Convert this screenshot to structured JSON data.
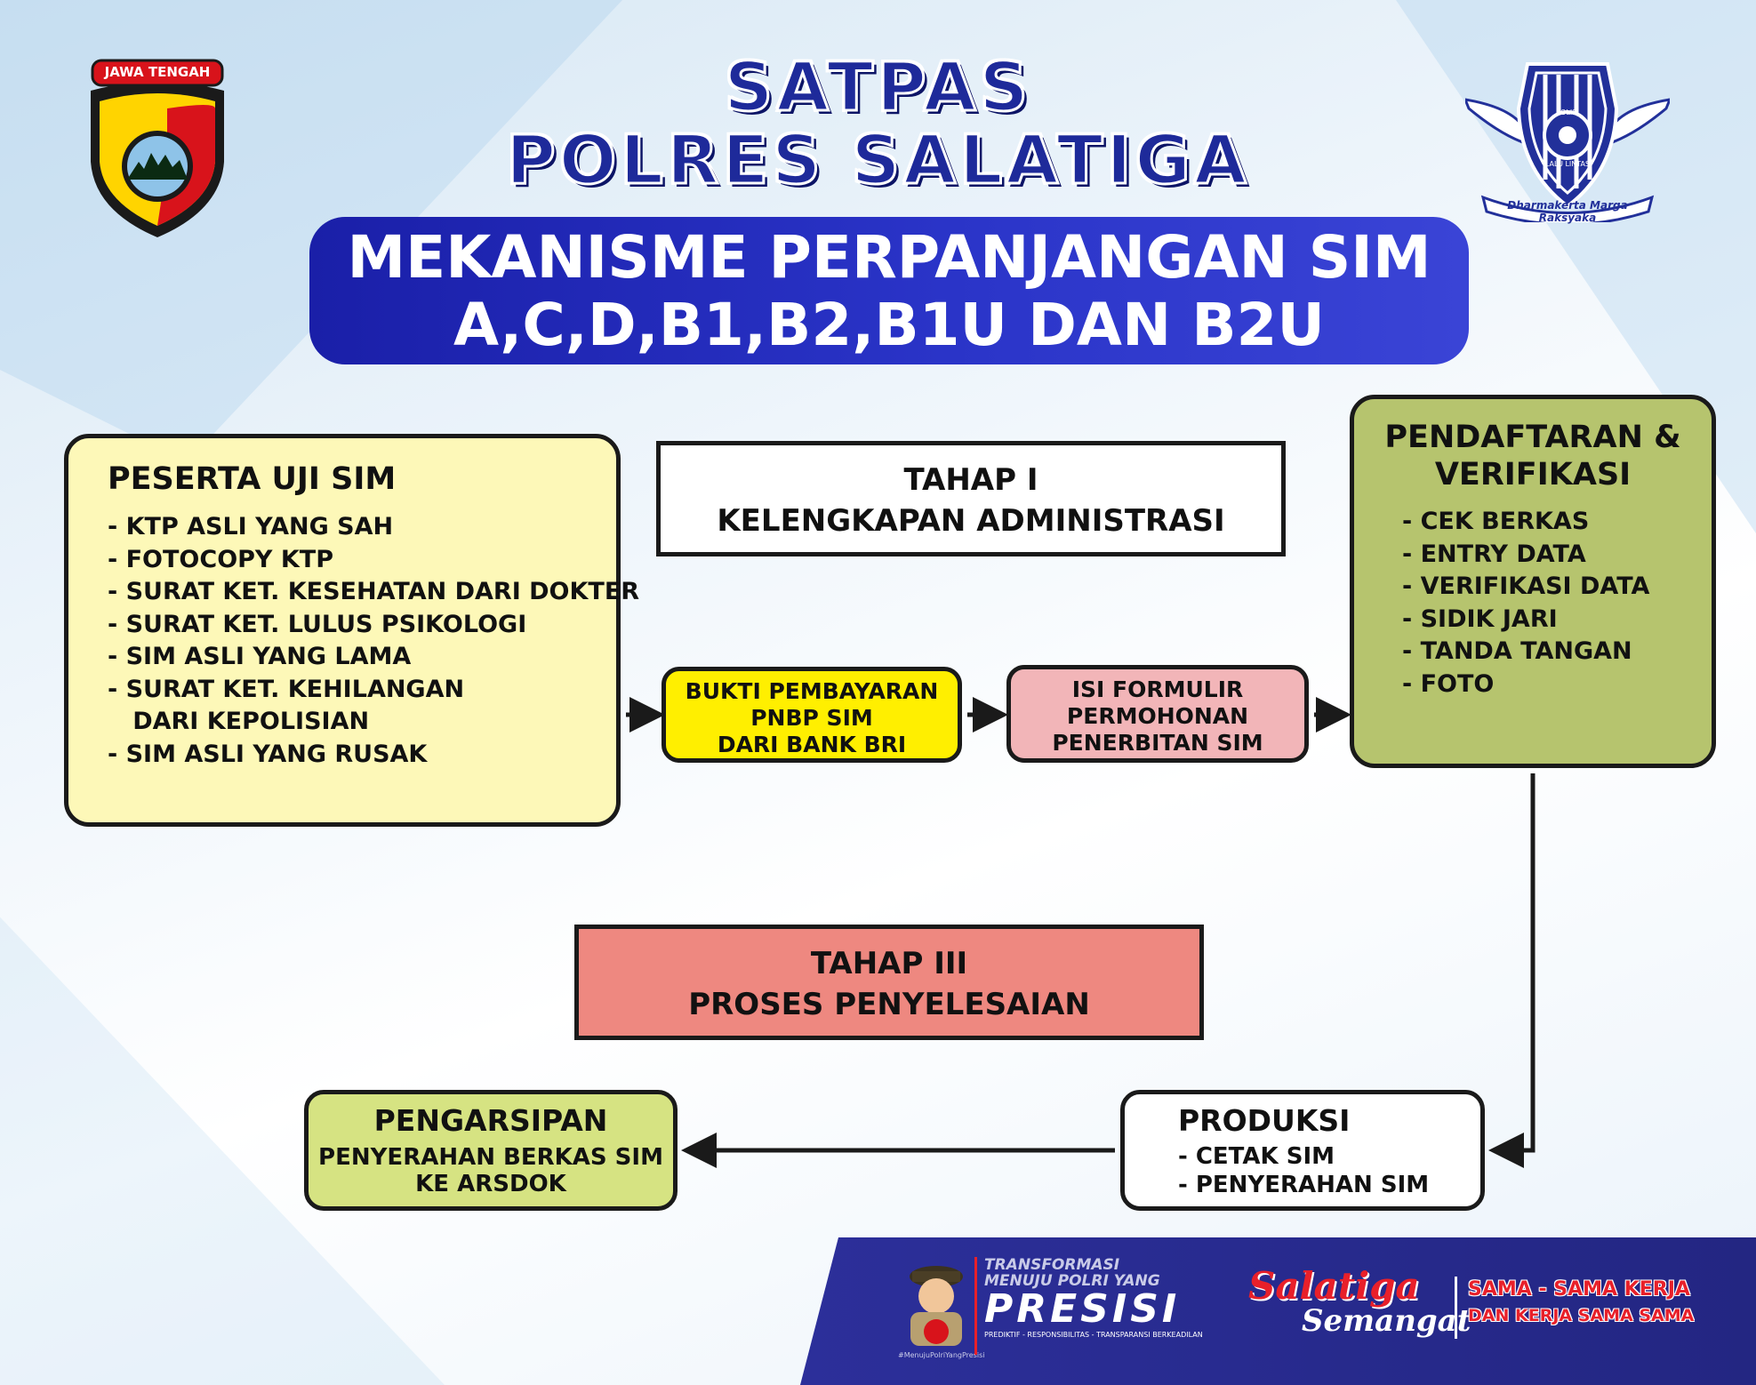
{
  "header": {
    "title_line1": "SATPAS",
    "title_line2": "POLRES SALATIGA",
    "subtitle_line1": "MEKANISME PERPANJANGAN SIM",
    "subtitle_line2": "A,C,D,B1,B2,B1U DAN B2U",
    "left_logo_label": "JAWA TENGAH",
    "right_logo_motto": "Dharmakerta Marga Raksyaka",
    "right_logo_text_top": "POLISI",
    "right_logo_text_bottom": "LALU LINTAS"
  },
  "peserta": {
    "title": "PESERTA UJI SIM",
    "items": [
      "- KTP ASLI YANG SAH",
      "- FOTOCOPY KTP",
      "- SURAT KET. KESEHATAN DARI DOKTER",
      "- SURAT KET. LULUS PSIKOLOGI",
      "- SIM ASLI YANG LAMA",
      "- SURAT KET. KEHILANGAN",
      "   DARI KEPOLISIAN",
      "- SIM ASLI YANG RUSAK"
    ]
  },
  "tahap1": {
    "line1": "TAHAP I",
    "line2": "KELENGKAPAN ADMINISTRASI"
  },
  "pembayaran": {
    "line1": "BUKTI PEMBAYARAN",
    "line2": "PNBP SIM",
    "line3": "DARI BANK BRI"
  },
  "formulir": {
    "line1": "ISI FORMULIR",
    "line2": "PERMOHONAN",
    "line3": "PENERBITAN SIM"
  },
  "pendaftaran": {
    "title_line1": "PENDAFTARAN &",
    "title_line2": "VERIFIKASI",
    "items": [
      "- CEK BERKAS",
      "- ENTRY DATA",
      "- VERIFIKASI DATA",
      "- SIDIK JARI",
      "- TANDA TANGAN",
      "- FOTO"
    ]
  },
  "tahap3": {
    "line1": "TAHAP III",
    "line2": "PROSES PENYELESAIAN"
  },
  "produksi": {
    "title": "PRODUKSI",
    "items": [
      "- CETAK SIM",
      "- PENYERAHAN SIM"
    ]
  },
  "pengarsipan": {
    "title": "PENGARSIPAN",
    "line1": "PENYERAHAN BERKAS SIM",
    "line2": "KE ARSDOK"
  },
  "footer": {
    "presisi_top1": "TRANSFORMASI",
    "presisi_top2": "MENUJU POLRI YANG",
    "presisi_word": "PRESISI",
    "presisi_tagline": "PREDIKTIF - RESPONSIBILITAS - TRANSPARANSI BERKEADILAN",
    "mascot_hashtag": "#MenujuPolriYangPresisi",
    "salatiga_line1": "Salatiga",
    "salatiga_line2": "Semangat",
    "slogan_line1": "SAMA - SAMA KERJA",
    "slogan_line2": "DAN KERJA SAMA SAMA"
  },
  "colors": {
    "title_blue": "#1e2a9a",
    "banner_blue": "#2a34c8",
    "peserta_bg": "#fdf8b8",
    "pembayaran_bg": "#ffef00",
    "formulir_bg": "#f2b5b8",
    "pendaftaran_bg": "#b6c46e",
    "tahap3_bg": "#ee8880",
    "pengarsipan_bg": "#d6e382",
    "footer_blue": "#2c2f9a",
    "slogan_red": "#e8202a"
  }
}
